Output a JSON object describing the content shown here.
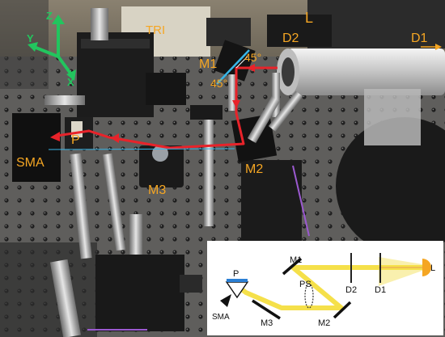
{
  "photo_labels": {
    "tri": "TRI",
    "l": "L",
    "d2": "D2",
    "d1": "D1",
    "m1": "M1",
    "angle_upper": "45°",
    "angle_lower": "45°",
    "p": "P",
    "sma": "SMA",
    "m2": "M2",
    "m3": "M3"
  },
  "axes": {
    "z": "Z",
    "y": "Y",
    "x": "X"
  },
  "diagram_labels": {
    "m1": "M1",
    "d2": "D2",
    "d1": "D1",
    "l": "L",
    "p": "P",
    "ps": "PS",
    "sma": "SMA",
    "m3": "M3",
    "m2": "M2"
  },
  "colors": {
    "photo_label": "#f5a623",
    "beam_red": "#e8232a",
    "axis_green": "#22c55e",
    "beam_yellow": "#f5e04a",
    "accent_blue": "#38b6e8",
    "purple_bar": "#9b59d0"
  }
}
